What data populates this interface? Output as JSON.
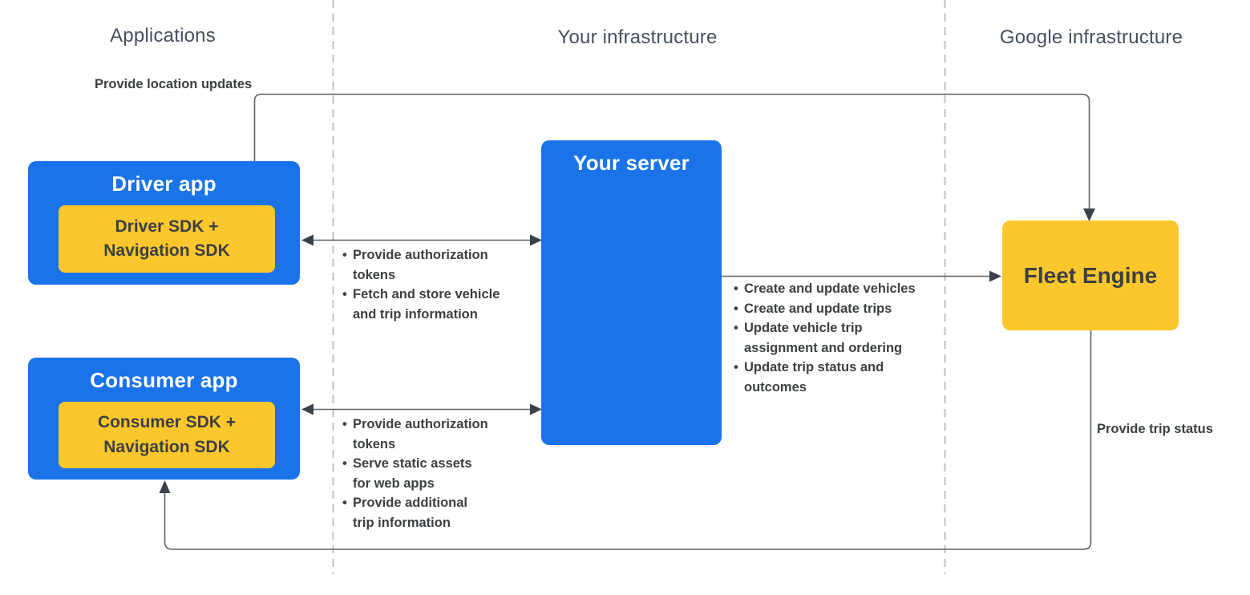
{
  "headers": {
    "applications": "Applications",
    "your_infrastructure": "Your infrastructure",
    "google_infrastructure": "Google infrastructure"
  },
  "boxes": {
    "driver_app": {
      "title": "Driver app",
      "sdk": "Driver SDK +\nNavigation SDK"
    },
    "consumer_app": {
      "title": "Consumer app",
      "sdk": "Consumer SDK +\nNavigation SDK"
    },
    "your_server": {
      "title": "Your server"
    },
    "fleet_engine": {
      "title": "Fleet Engine"
    }
  },
  "edge_labels": {
    "provide_location_updates": "Provide location updates",
    "provide_trip_status": "Provide trip status"
  },
  "lists": {
    "driver_server": {
      "items": [
        "Provide authorization\ntokens",
        "Fetch and store vehicle\nand trip information"
      ]
    },
    "consumer_server": {
      "items": [
        "Provide authorization\ntokens",
        "Serve static assets\nfor web apps",
        "Provide additional\ntrip information"
      ]
    },
    "server_fleet": {
      "items": [
        "Create and update vehicles",
        "Create and update trips",
        "Update vehicle trip\nassignment and ordering",
        "Update trip status and\noutcomes"
      ]
    }
  },
  "ui": {
    "bullet": "•"
  },
  "colors": {
    "blue": "#1A73E8",
    "yellow": "#FCC72C",
    "text_dark": "#3C4043",
    "header": "#46505E",
    "line": "#5C636C",
    "arrow": "#3A414B",
    "dashed": "#BDC1C6"
  }
}
